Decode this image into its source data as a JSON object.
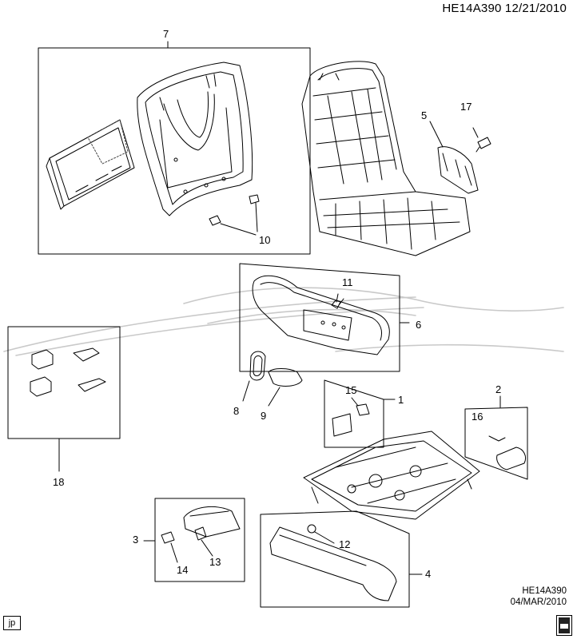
{
  "header": {
    "diagram_id": "HE14A390",
    "date": "12/21/2010"
  },
  "footer": {
    "code": "HE14A390",
    "date": "04/MAR/2010"
  },
  "badge": "jp",
  "callouts": {
    "c1": "1",
    "c2": "2",
    "c3": "3",
    "c4": "4",
    "c5": "5",
    "c6": "6",
    "c7": "7",
    "c8": "8",
    "c9": "9",
    "c10": "10",
    "c11": "11",
    "c12": "12",
    "c13": "13",
    "c14": "14",
    "c15": "15",
    "c16": "16",
    "c17": "17",
    "c18": "18"
  }
}
